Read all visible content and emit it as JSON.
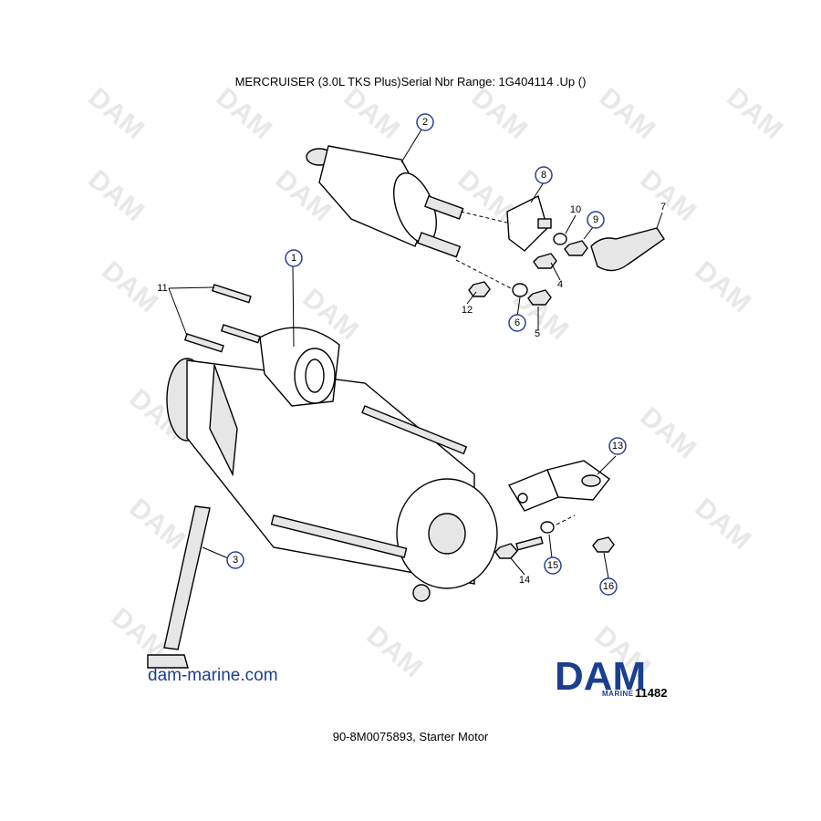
{
  "header": {
    "title": "MERCRUISER (3.0L TKS Plus)Serial Nbr Range: 1G404114 .Up ()"
  },
  "footer": {
    "caption": "90-8M0075893, Starter Motor"
  },
  "brand": {
    "site": "dam-marine.com",
    "logo_text": "DAM",
    "logo_sub": "MARINE",
    "diagram_number": "11482",
    "logo_color": "#1b3f8f"
  },
  "watermark": {
    "text": "DAM"
  },
  "callouts": [
    {
      "label": "1",
      "circled": true
    },
    {
      "label": "2",
      "circled": true
    },
    {
      "label": "3",
      "circled": true
    },
    {
      "label": "4",
      "circled": false
    },
    {
      "label": "5",
      "circled": false
    },
    {
      "label": "6",
      "circled": true
    },
    {
      "label": "7",
      "circled": false
    },
    {
      "label": "8",
      "circled": true
    },
    {
      "label": "9",
      "circled": true
    },
    {
      "label": "10",
      "circled": false
    },
    {
      "label": "11",
      "circled": false
    },
    {
      "label": "12",
      "circled": false
    },
    {
      "label": "13",
      "circled": true
    },
    {
      "label": "14",
      "circled": false
    },
    {
      "label": "15",
      "circled": true
    },
    {
      "label": "16",
      "circled": true
    }
  ]
}
